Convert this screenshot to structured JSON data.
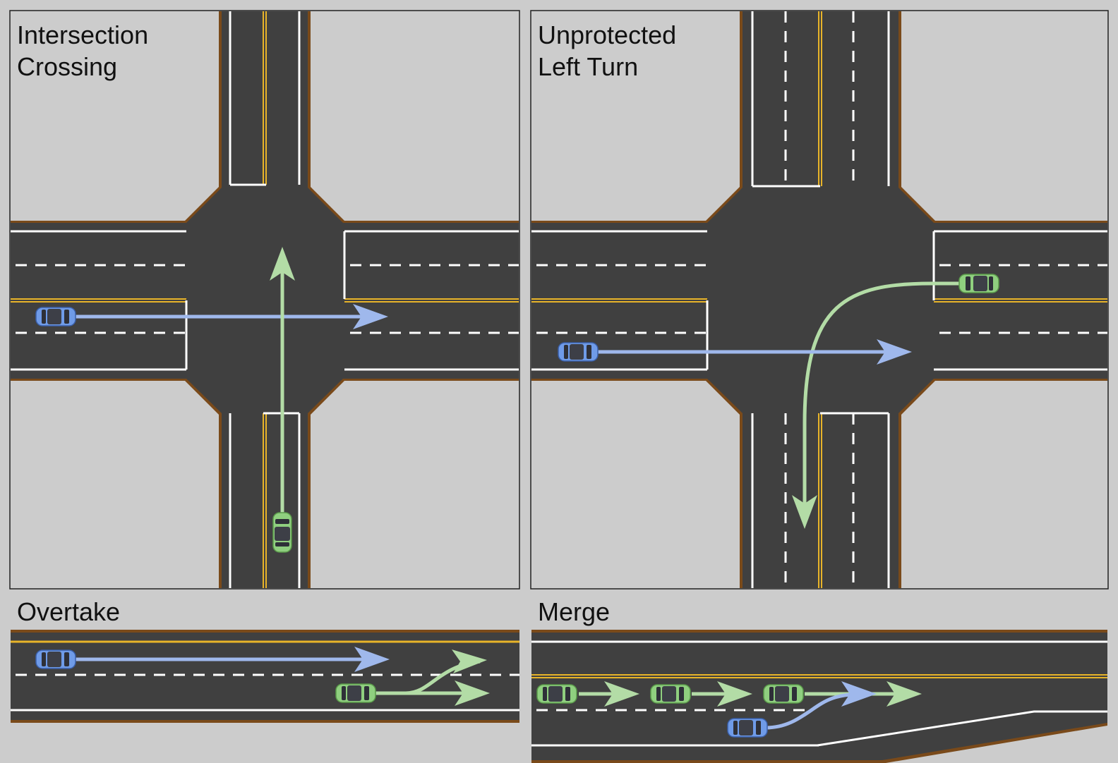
{
  "panels": {
    "intersection": {
      "title_line1": "Intersection",
      "title_line2": "Crossing"
    },
    "left_turn": {
      "title_line1": "Unprotected",
      "title_line2": "Left Turn"
    },
    "overtake": {
      "title": "Overtake"
    },
    "merge": {
      "title": "Merge"
    }
  },
  "colors": {
    "background": "#cccccc",
    "asphalt": "#404040",
    "curb": "#7a4a1a",
    "center_line": "#e8b429",
    "lane_line": "#ffffff",
    "ego_vehicle": "#6f9be8",
    "ego_path": "#9fb8ec",
    "other_vehicle": "#8fcf7f",
    "other_path": "#b3dca6"
  },
  "legend_semantics": {
    "ego_vehicle_icon": "car-blue",
    "other_vehicle_icon": "car-green"
  }
}
